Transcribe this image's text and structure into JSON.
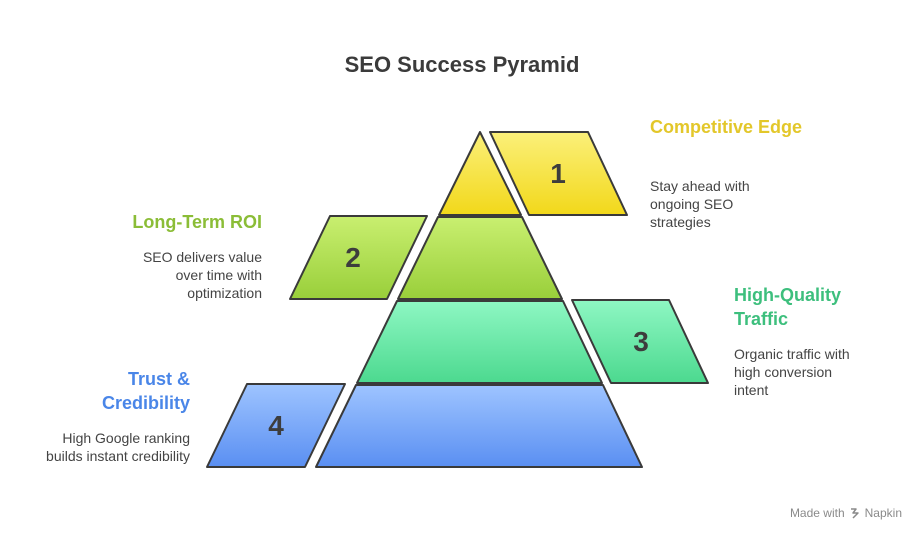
{
  "title": "SEO Success Pyramid",
  "levels": [
    {
      "number": "1",
      "heading": "Competitive Edge",
      "description": "Stay ahead with ongoing SEO strategies",
      "color": "#e3c72a"
    },
    {
      "number": "2",
      "heading": "Long-Term ROI",
      "description": "SEO delivers value over time with optimization",
      "color": "#8bbd37"
    },
    {
      "number": "3",
      "heading": "High-Quality Traffic",
      "description": "Organic traffic with high conversion intent",
      "color": "#3dbf7d"
    },
    {
      "number": "4",
      "heading": "Trust & Credibility",
      "description": "High Google ranking builds instant credibility",
      "color": "#4a86e8"
    }
  ],
  "footer": {
    "label": "Made with",
    "brand": "Napkin"
  }
}
